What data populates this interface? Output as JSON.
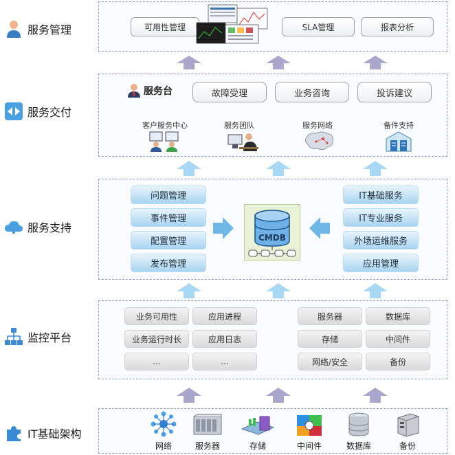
{
  "layers": {
    "service_mgmt": "服务管理",
    "service_delivery": "服务交付",
    "service_support": "服务支持",
    "monitoring": "监控平台",
    "infrastructure": "IT基础架构"
  },
  "service_mgmt_box": {
    "availability": "可用性管理",
    "sla": "SLA管理",
    "reports": "报表分析"
  },
  "delivery_box": {
    "desk": "服务台",
    "buttons": [
      "故障受理",
      "业务咨询",
      "投诉建议"
    ],
    "captions": [
      "客户服务中心",
      "服务团队",
      "服务网络",
      "备件支持"
    ]
  },
  "support_box": {
    "left": [
      "问题管理",
      "事件管理",
      "配置管理",
      "发布管理"
    ],
    "right": [
      "IT基础服务",
      "IT专业服务",
      "外场运维服务",
      "应用管理"
    ],
    "cmdb": "CMDB"
  },
  "monitor_box": {
    "left_col1": [
      "业务可用性",
      "业务运行时长",
      "..."
    ],
    "left_col2": [
      "应用进程",
      "应用日志",
      "..."
    ],
    "right_col1": [
      "服务器",
      "存储",
      "网络/安全"
    ],
    "right_col2": [
      "数据库",
      "中间件",
      "备份"
    ]
  },
  "infra_items": [
    "网络",
    "服务器",
    "存储",
    "中间件",
    "数据库",
    "备份"
  ],
  "colors": {
    "accent": "#6fb7e6",
    "arrow_up": "#9b96c8",
    "arrow_blue": "#a9d8f5",
    "border": "#8aa0c8"
  }
}
